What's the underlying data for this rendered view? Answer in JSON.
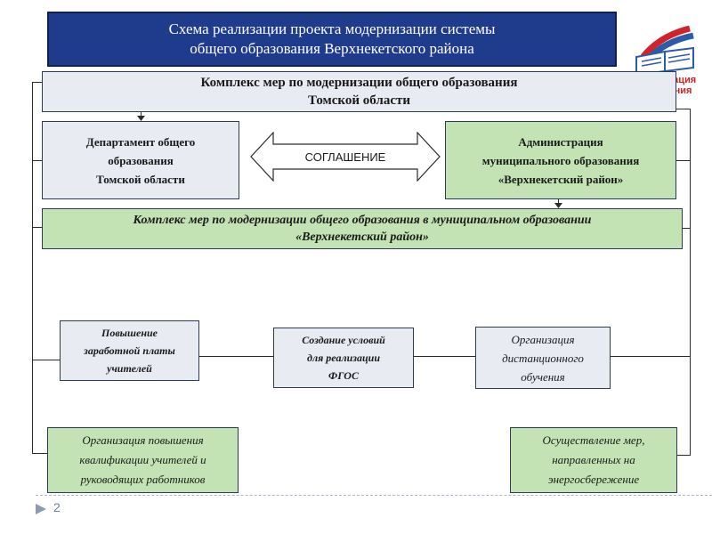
{
  "title": {
    "line1": "Схема реализации проекта модернизации системы",
    "line2": "общего образования Верхнекетского района"
  },
  "logo": {
    "line1": "Модернизация",
    "line2": "образования",
    "colors": {
      "blue": "#2b5ca8",
      "red": "#d2232a",
      "white": "#ffffff"
    },
    "icon": "open-book-icon"
  },
  "regional_complex": {
    "line1": "Комплекс мер по модернизации общего образования",
    "line2": "Томской области"
  },
  "department": {
    "line1": "Департамент общего",
    "line2": "образования",
    "line3": "Томской области"
  },
  "agreement": {
    "label": "СОГЛАШЕНИЕ"
  },
  "administration": {
    "line1": "Администрация",
    "line2": "муниципального образования",
    "line3": "«Верхнекетский район»"
  },
  "municipal_complex": {
    "line1": "Комплекс мер по модернизации общего образования в муниципальном образовании",
    "line2": "«Верхнекетский район»"
  },
  "measures": {
    "salary": {
      "line1": "Повышение",
      "line2": "заработной платы",
      "line3": "учителей"
    },
    "fgos": {
      "line1": "Создание условий",
      "line2": "для реализации",
      "line3": "ФГОС"
    },
    "distance": {
      "line1": "Организация",
      "line2": "дистанционного",
      "line3": "обучения"
    },
    "qualification": {
      "line1": "Организация повышения",
      "line2": "квалификации учителей и",
      "line3": "руководящих работников"
    },
    "energy": {
      "line1": "Осуществление мер,",
      "line2": "направленных на",
      "line3": "энергосбережение"
    }
  },
  "footer": {
    "page_number": "2"
  },
  "colors": {
    "title_bg": "#1f3b8c",
    "grey_box": "#e8ebf2",
    "green_box": "#c3e3b5",
    "border": "#2d3b55"
  }
}
